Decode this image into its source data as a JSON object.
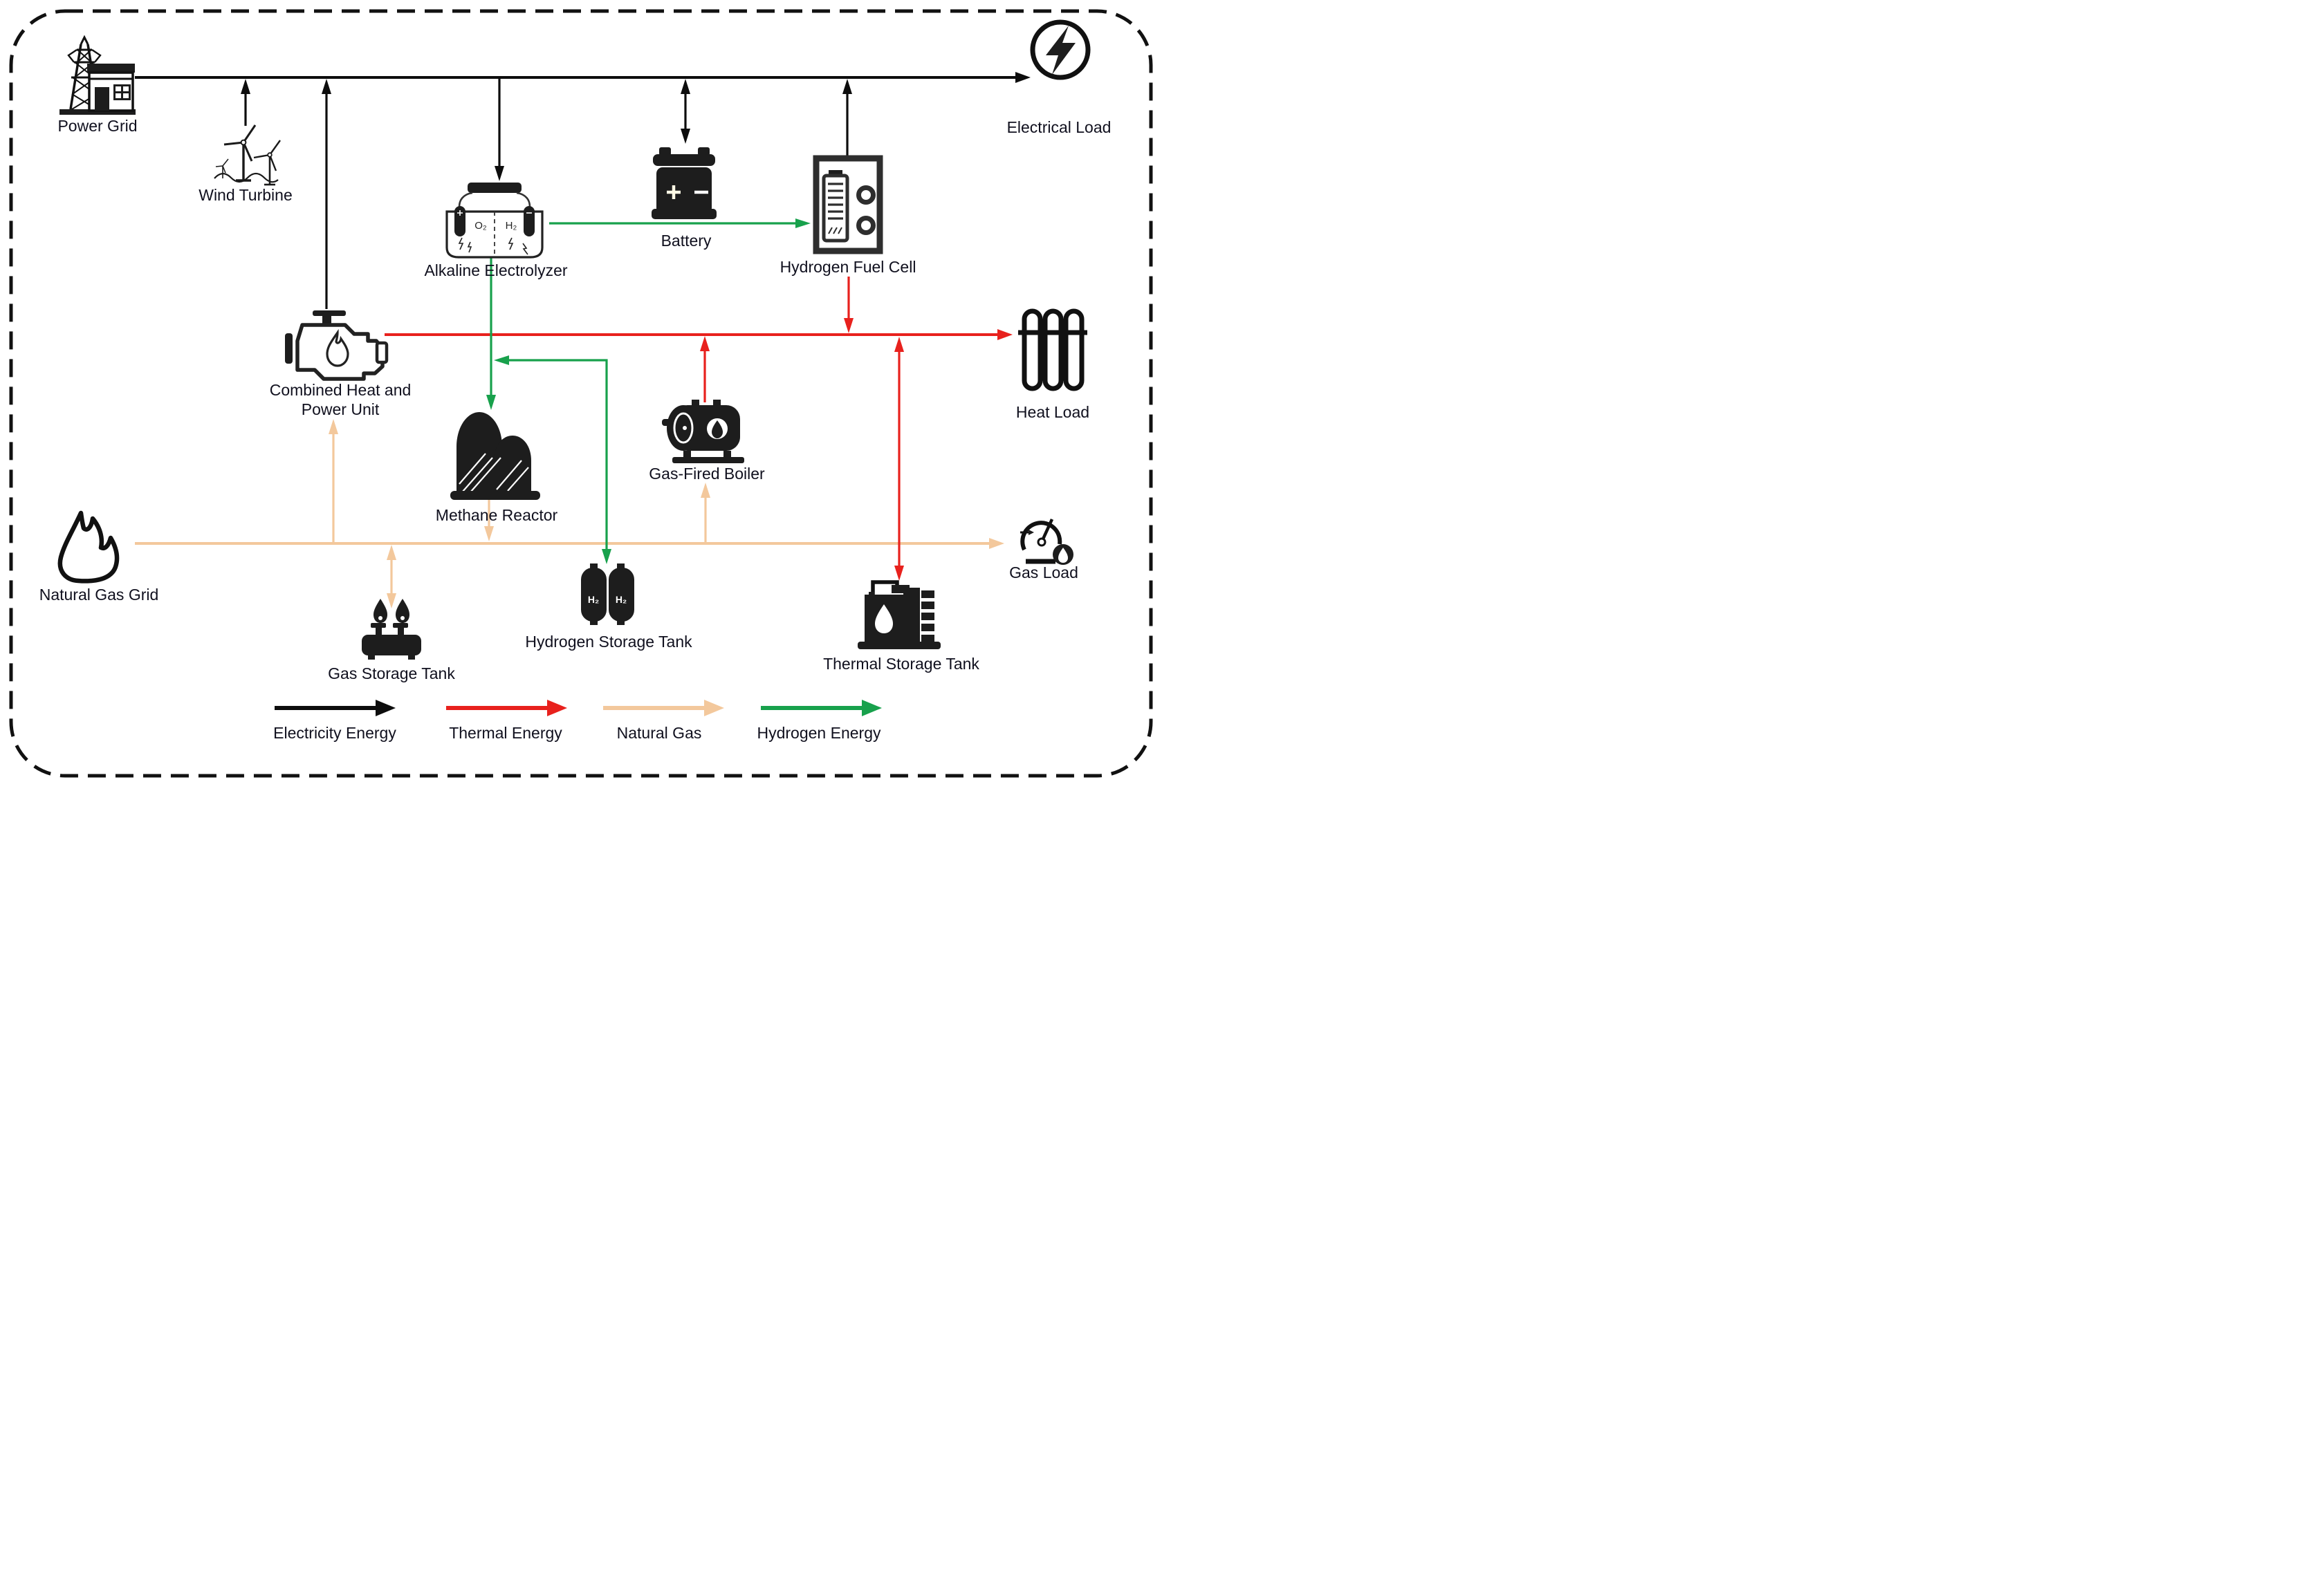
{
  "colors": {
    "electricity": "#0d0d0d",
    "thermal": "#e8211d",
    "natural_gas": "#f3c89c",
    "hydrogen": "#18a14c",
    "icon_dark": "#1d1d1d"
  },
  "nodes": {
    "power_grid": {
      "label": "Power Grid"
    },
    "wind_turbine": {
      "label": "Wind Turbine"
    },
    "alkaline_electrolyzer": {
      "label": "Alkaline Electrolyzer",
      "o2": "O₂",
      "h2": "H₂"
    },
    "battery": {
      "label": "Battery",
      "plus": "+",
      "minus": "−"
    },
    "hydrogen_fuel_cell": {
      "label": "Hydrogen Fuel Cell"
    },
    "electrical_load": {
      "label": "Electrical Load"
    },
    "chp": {
      "label_line1": "Combined Heat and",
      "label_line2": "Power Unit"
    },
    "methane_reactor": {
      "label": "Methane Reactor"
    },
    "gas_fired_boiler": {
      "label": "Gas-Fired Boiler"
    },
    "heat_load": {
      "label": "Heat Load"
    },
    "natural_gas_grid": {
      "label": "Natural Gas Grid"
    },
    "gas_storage_tank": {
      "label": "Gas Storage Tank"
    },
    "hydrogen_storage_tank": {
      "label": "Hydrogen Storage Tank",
      "h2_a": "H₂",
      "h2_b": "H₂"
    },
    "thermal_storage_tank": {
      "label": "Thermal Storage Tank"
    },
    "gas_load": {
      "label": "Gas Load"
    }
  },
  "legend": {
    "items": [
      {
        "label": "Electricity Energy",
        "color_key": "electricity"
      },
      {
        "label": "Thermal Energy",
        "color_key": "thermal"
      },
      {
        "label": "Natural Gas",
        "color_key": "natural_gas"
      },
      {
        "label": "Hydrogen Energy",
        "color_key": "hydrogen"
      }
    ]
  }
}
